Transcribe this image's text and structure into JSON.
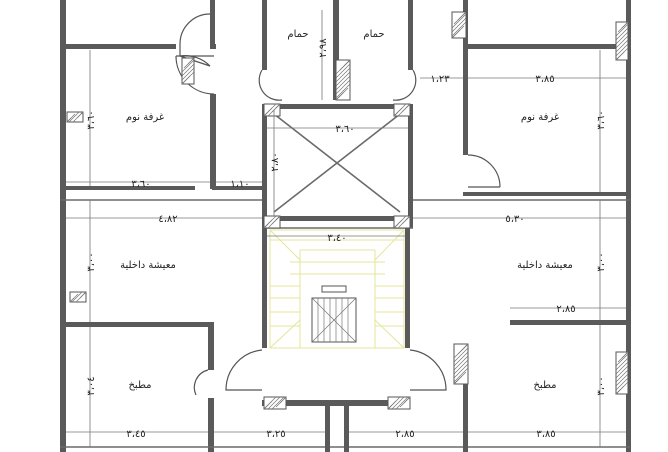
{
  "rooms": {
    "bath_left": "حمام",
    "bath_right": "حمام",
    "bedroom_left": "غرفة نوم",
    "bedroom_right": "غرفة نوم",
    "living_left": "معيشة داخلية",
    "living_right": "معيشة داخلية",
    "kitchen_left": "مطبخ",
    "kitchen_right": "مطبخ"
  },
  "dims": {
    "bath_left_v": "٢،٩٨",
    "door_123": "١،٢٣",
    "bedroom_right_w": "٣،٨٥",
    "bedroom_right_h": "٣،٦٠",
    "bedroom_left_h": "٣،٦٠",
    "core_w": "٣،٦٠",
    "core_h": "٢،٨٠",
    "bedroom_left_w": "٣،٦٠",
    "door_110": "١،١٠",
    "left_w": "٤،٨٢",
    "right_w": "٥،٣٠",
    "stair_w": "٣،٤٠",
    "living_left_h": "٣،٠٠",
    "living_right_h": "٣،٠٠",
    "living_right_w": "٢،٨٥",
    "kitchen_left_h": "٣،٠٤",
    "kitchen_right_h": "٣،٠٠",
    "kitchen_left_w": "٣،٤٥",
    "bottom_325": "٣،٢٥",
    "bottom_285": "٢،٨٥",
    "kitchen_right_w": "٣،٨٥"
  }
}
